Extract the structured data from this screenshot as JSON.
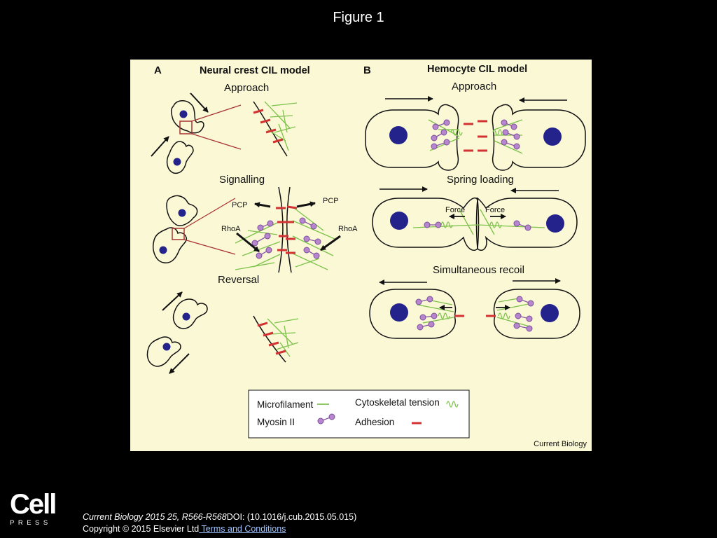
{
  "slide": {
    "title": "Figure 1"
  },
  "figure": {
    "panel_a": {
      "letter": "A",
      "title": "Neural crest CIL model",
      "stages": [
        "Approach",
        "Signalling",
        "Reversal"
      ],
      "signal_labels": {
        "pcp_left": "PCP",
        "pcp_right": "PCP",
        "rhoa_left": "RhoA",
        "rhoa_right": "RhoA"
      }
    },
    "panel_b": {
      "letter": "B",
      "title": "Hemocyte CIL model",
      "stages": [
        "Approach",
        "Spring loading",
        "Simultaneous recoil"
      ],
      "force_labels": [
        "Force",
        "Force"
      ]
    },
    "legend": {
      "microfilament": "Microfilament",
      "tension": "Cytoskeletal tension",
      "myosin": "Myosin II",
      "adhesion": "Adhesion"
    },
    "credit": "Current Biology",
    "colors": {
      "background": "#fbf8d6",
      "nucleus": "#24238c",
      "microfilament": "#7cc24a",
      "myosin": "#b886cf",
      "adhesion": "#d23232",
      "zoom_line": "#a83434"
    }
  },
  "footer": {
    "logo_word": "Cell",
    "logo_sub": "PRESS",
    "citation_journal": "Current Biology 2015 25, R566-R568",
    "citation_doi": "DOI: (10.1016/j.cub.2015.05.015)",
    "copyright": "Copyright © 2015 Elsevier Ltd",
    "terms_link": " Terms and Conditions"
  }
}
